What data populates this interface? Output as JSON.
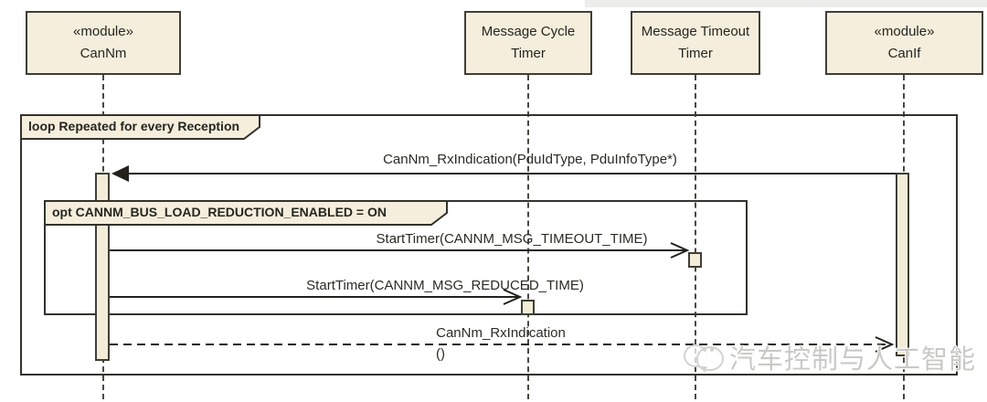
{
  "colors": {
    "background": "#ffffff",
    "box_fill": "#f5eedd",
    "box_border": "#3f3e37",
    "frame_border": "#33322c",
    "message_line": "#22211c",
    "watermark_text_color": "#c9c9c7"
  },
  "lifelines": [
    {
      "stereotype": "«module»",
      "name": "CanNm"
    },
    {
      "stereotype": "",
      "name": "Message Cycle Timer"
    },
    {
      "stereotype": "",
      "name": "Message Timeout Timer"
    },
    {
      "stereotype": "«module»",
      "name": "CanIf"
    }
  ],
  "fragments": {
    "loop": {
      "operator": "loop",
      "label": "loop Repeated for every Reception"
    },
    "opt": {
      "operator": "opt",
      "label": "opt CANNM_BUS_LOAD_REDUCTION_ENABLED = ON"
    }
  },
  "messages": [
    {
      "label": "CanNm_RxIndication(PduIdType, PduInfoType*)",
      "from": "CanIf",
      "to": "CanNm",
      "type": "sync-call"
    },
    {
      "label": "StartTimer(CANNM_MSG_TIMEOUT_TIME)",
      "from": "CanNm",
      "to": "Message Timeout Timer",
      "type": "call"
    },
    {
      "label": "StartTimer(CANNM_MSG_REDUCED_TIME)",
      "from": "CanNm",
      "to": "Message Cycle Timer",
      "type": "call"
    },
    {
      "label": "CanNm_RxIndication",
      "label_line2": "()",
      "from": "CanNm",
      "to": "CanIf",
      "type": "return"
    }
  ],
  "watermark": {
    "text": "汽车控制与人工智能"
  }
}
